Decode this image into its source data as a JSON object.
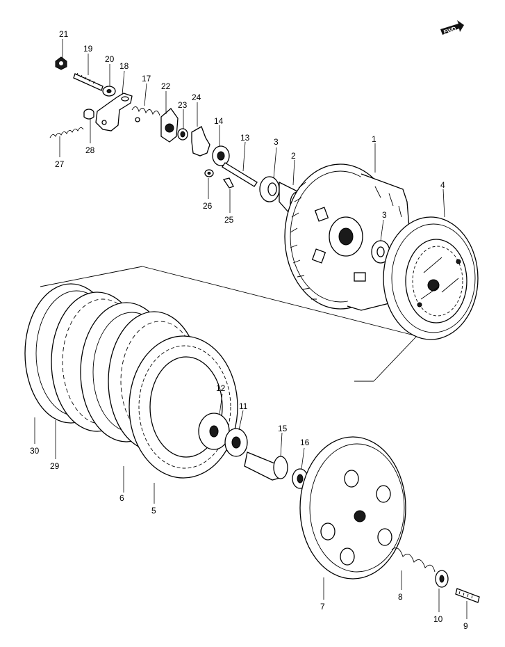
{
  "fwd_badge": "FWD",
  "callouts": {
    "p1": "1",
    "p2": "2",
    "p3a": "3",
    "p3b": "3",
    "p4": "4",
    "p5": "5",
    "p6": "6",
    "p7": "7",
    "p8": "8",
    "p9": "9",
    "p10": "10",
    "p11": "11",
    "p12": "12",
    "p13": "13",
    "p14": "14",
    "p15": "15",
    "p16": "16",
    "p17": "17",
    "p18": "18",
    "p19": "19",
    "p20": "20",
    "p21": "21",
    "p22": "22",
    "p23": "23",
    "p24": "24",
    "p25": "25",
    "p26": "26",
    "p27": "27",
    "p28": "28",
    "p29": "29",
    "p30": "30"
  }
}
